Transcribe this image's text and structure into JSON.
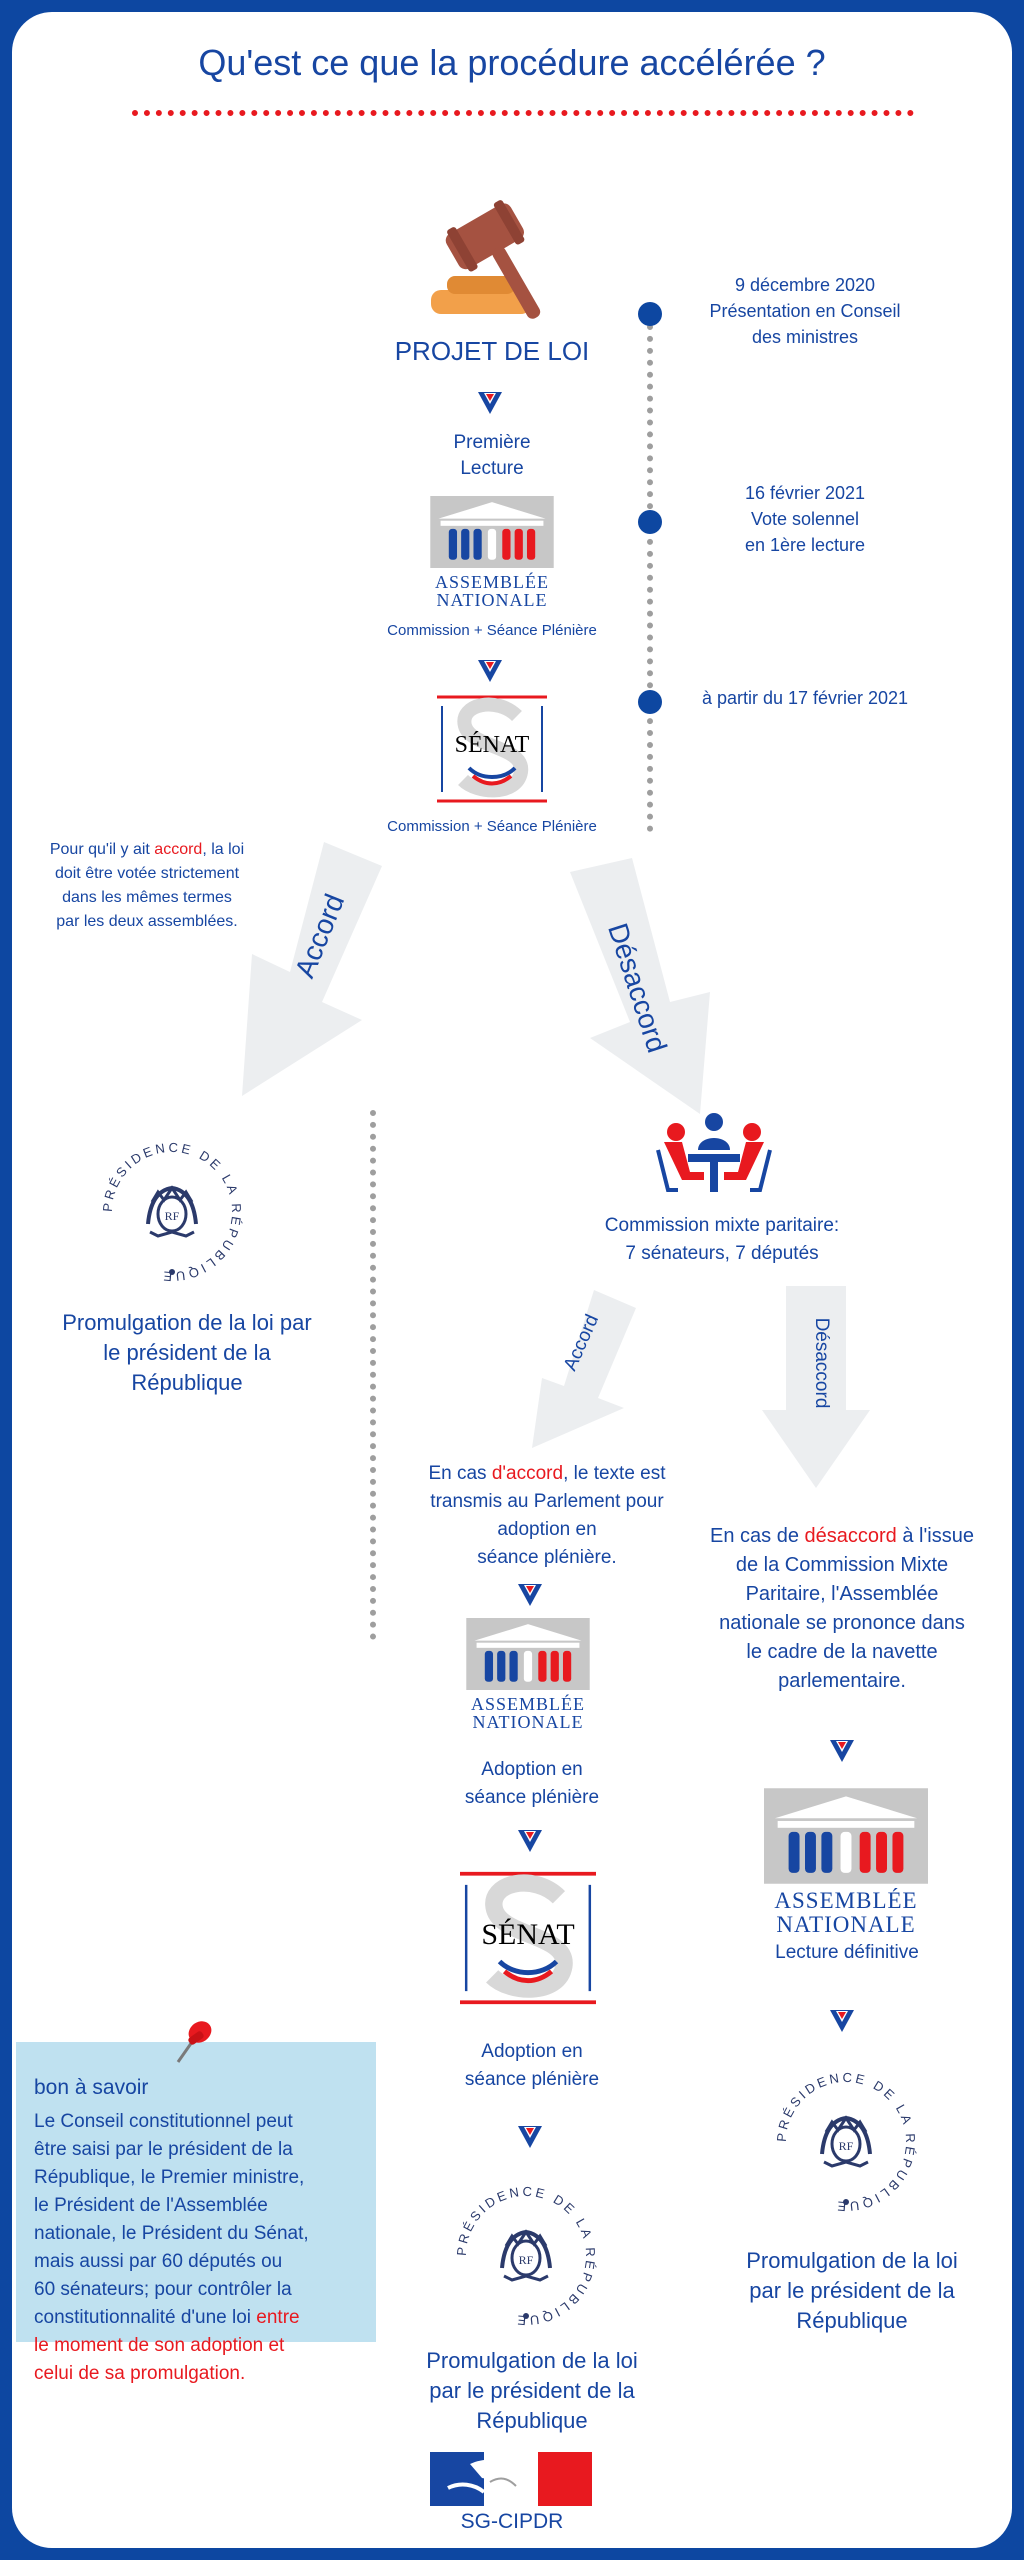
{
  "title": "Qu'est ce que la procédure accélérée ?",
  "colors": {
    "blue": "#1746a2",
    "red": "#e8191f",
    "frame": "#0d47a1",
    "grey_arrow": "#eceef0",
    "callout_bg": "#bfe1f0"
  },
  "main": {
    "projet": "PROJET DE LOI",
    "premiere_lecture_1": "Première",
    "premiere_lecture_2": "Lecture",
    "commission_an": "Commission + Séance Plénière",
    "commission_senat": "Commission + Séance Plénière"
  },
  "timeline": {
    "event1_line1": "9 décembre 2020",
    "event1_line2": "Présentation en Conseil",
    "event1_line3": "des ministres",
    "event2_line1": "16 février 2021",
    "event2_line2": "Vote solennel",
    "event2_line3": "en 1ère lecture",
    "event3_line1": "à partir du 17 février 2021"
  },
  "branch": {
    "accord_label": "Accord",
    "desaccord_label": "Désaccord",
    "note_l1_pre": "Pour qu'il y ait ",
    "note_l1_red": "accord",
    "note_l1_post": ", la loi",
    "note_l2": "doit être votée strictement",
    "note_l3": "dans les mêmes termes",
    "note_l4": "par les deux assemblées."
  },
  "left_col": {
    "promulgation_1": "Promulgation de la loi par",
    "promulgation_2": "le président de la",
    "promulgation_3": "République"
  },
  "cmp": {
    "line1": "Commission mixte paritaire:",
    "line2": "7 sénateurs, 7 députés",
    "accord_label": "Accord",
    "desaccord_label": "Désaccord"
  },
  "cmp_accord": {
    "l1_pre": "En cas ",
    "l1_red": "d'accord",
    "l1_post": ", le texte est",
    "l2": "transmis au Parlement pour",
    "l3": "adoption en",
    "l4": "séance plénière.",
    "an_adoption_1": "Adoption en",
    "an_adoption_2": "séance plénière",
    "senat_adoption_1": "Adoption en",
    "senat_adoption_2": "séance plénière",
    "promulgation_1": "Promulgation de la loi",
    "promulgation_2": "par le président de la",
    "promulgation_3": "République"
  },
  "cmp_desaccord": {
    "l1_pre": "En cas de ",
    "l1_red": "désaccord",
    "l1_post": " à l'issue",
    "l2": "de la Commission Mixte",
    "l3": "Paritaire, l'Assemblée",
    "l4": "nationale se prononce dans",
    "l5": "le cadre de la navette",
    "l6": "parlementaire.",
    "lecture_definitive": "Lecture définitive",
    "promulgation_1": "Promulgation de la loi",
    "promulgation_2": "par le président de la",
    "promulgation_3": "République"
  },
  "callout": {
    "heading": "bon à savoir",
    "l1": "Le Conseil constitutionnel peut",
    "l2": "être saisi par le président de la",
    "l3": "République, le Premier ministre,",
    "l4": "le Président de l'Assemblée",
    "l5": "nationale, le Président du Sénat,",
    "l6": "mais aussi par 60 députés ou",
    "l7": "60 sénateurs; pour contrôler la",
    "l8_pre": "constitutionnalité d'une loi ",
    "l8_red": "entre",
    "l9_red": "le moment de son adoption et",
    "l10_red": "celui de sa promulgation."
  },
  "logos": {
    "an_line1": "ASSEMBLÉE",
    "an_line2": "NATIONALE",
    "senat": "SÉNAT",
    "presidence": "PRÉSIDENCE DE LA RÉPUBLIQUE",
    "rf_monogram": "RF"
  },
  "footer": {
    "org": "SG-CIPDR"
  }
}
